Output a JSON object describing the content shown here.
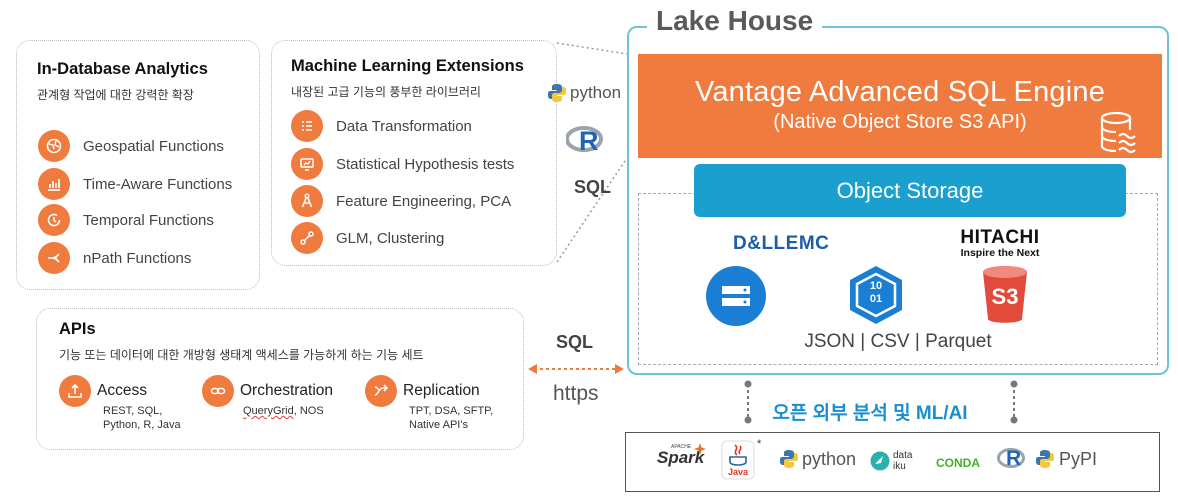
{
  "analytics": {
    "title": "In-Database Analytics",
    "subtitle": "관계형 작업에 대한 강력한 확장",
    "items": [
      {
        "label": "Geospatial Functions",
        "icon": "globe-icon"
      },
      {
        "label": "Time-Aware Functions",
        "icon": "chart-icon"
      },
      {
        "label": "Temporal Functions",
        "icon": "clock-icon"
      },
      {
        "label": "nPath Functions",
        "icon": "path-icon"
      }
    ]
  },
  "ml": {
    "title": "Machine Learning Extensions",
    "subtitle": "내장된 고급 기능의 풍부한 라이브러리",
    "items": [
      {
        "label": "Data Transformation",
        "icon": "list-icon"
      },
      {
        "label": "Statistical Hypothesis tests",
        "icon": "monitor-icon"
      },
      {
        "label": "Feature Engineering, PCA",
        "icon": "compass-icon"
      },
      {
        "label": "GLM, Clustering",
        "icon": "nodes-icon"
      }
    ]
  },
  "apis": {
    "title": "APIs",
    "subtitle": "기능 또는 데이터에 대한 개방형 생태계 액세스를 가능하게 하는 기능 세트",
    "items": [
      {
        "label": "Access",
        "detail1": "REST, SQL,",
        "detail2": "Python, R, Java",
        "icon": "upload-icon"
      },
      {
        "label": "Orchestration",
        "detail1_a": "QueryGrid",
        "detail1_b": ", NOS",
        "detail2": "",
        "icon": "link-icon"
      },
      {
        "label": "Replication",
        "detail1": "TPT, DSA, SFTP,",
        "detail2": "Native API's",
        "icon": "share-icon"
      }
    ]
  },
  "connectors": {
    "python_label": "python",
    "r_label": "R",
    "sql_top": "SQL",
    "sql_mid": "SQL",
    "https": "https"
  },
  "lakehouse": {
    "title": "Lake House",
    "engine_title": "Vantage Advanced SQL Engine",
    "engine_sub": "(Native Object Store S3 API)",
    "object_storage": "Object Storage",
    "vendor_dell": "D&LLEMC",
    "vendor_hitachi": "HITACHI",
    "vendor_hitachi_tag": "Inspire the Next",
    "s3_label": "S3",
    "azure_bits": "10 01",
    "formats": "JSON | CSV | Parquet"
  },
  "open": {
    "title": "오픈 외부 분석 및 ML/AI",
    "tools": [
      "Spark",
      "Java",
      "python",
      "data iku",
      "CONDA",
      "R",
      "PyPI"
    ],
    "spark_tag": "APACHE",
    "java_star": "*"
  },
  "colors": {
    "orange": "#f07b3f",
    "blue": "#1a9fcf",
    "teal_border": "#6fc3d6"
  }
}
